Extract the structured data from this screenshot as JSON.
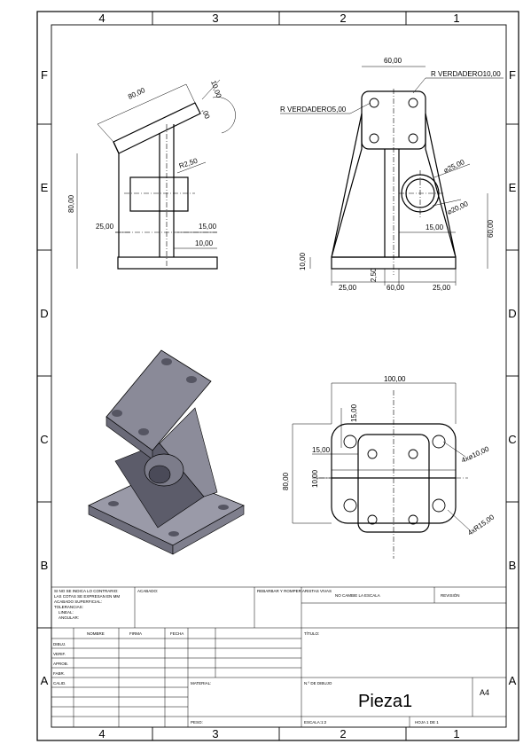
{
  "zones": {
    "columns": [
      "4",
      "3",
      "2",
      "1"
    ],
    "rows": [
      "F",
      "E",
      "D",
      "C",
      "B",
      "A"
    ]
  },
  "side_view": {
    "dims": [
      "80,00",
      "10,00",
      ",00",
      "R2,50",
      "80,00",
      "25,00",
      "15,00",
      "10,00"
    ]
  },
  "front_view": {
    "dims": [
      "60,00",
      "R VERDADERO10,00",
      "R VERDADERO5,00",
      "⌀25,00",
      "⌀20,00",
      "15,00",
      "60,00",
      "10,00",
      "2,50",
      "25,00",
      "60,00",
      "25,00"
    ]
  },
  "top_view": {
    "dims": [
      "100,00",
      "15,00",
      "15,00",
      "10,00",
      "80,00",
      "4x⌀10,00",
      "4xR15,00"
    ]
  },
  "title_block": {
    "notes": [
      "SI NO SE INDICA LO CONTRARIO:",
      "LAS COTAS SE EXPRESAN EN MM",
      "ACABADO SUPERFICIAL:",
      "TOLERANCIAS:",
      "LINEAL:",
      "ANGULAR:"
    ],
    "finish_label": "ACABADO:",
    "edges_label": "REBARBAR Y ROMPER ARISTAS VIVAS",
    "no_scale_label": "NO CAMBIE LA ESCALA",
    "revision_label": "REVISIÓN",
    "col_headers": [
      "NOMBRE",
      "FIRMA",
      "FECHA"
    ],
    "row_labels": [
      "DIBUJ.",
      "VERIF.",
      "APROB.",
      "FABR.",
      "CALID."
    ],
    "title_label": "TÍTULO:",
    "material_label": "MATERIAL:",
    "drawing_no_label": "N.º DE DIBUJO",
    "part_name": "Pieza1",
    "sheet_size": "A4",
    "weight_label": "PESO:",
    "scale_label": "ESCALA:1:2",
    "sheet_label": "HOJA 1 DE 1"
  }
}
